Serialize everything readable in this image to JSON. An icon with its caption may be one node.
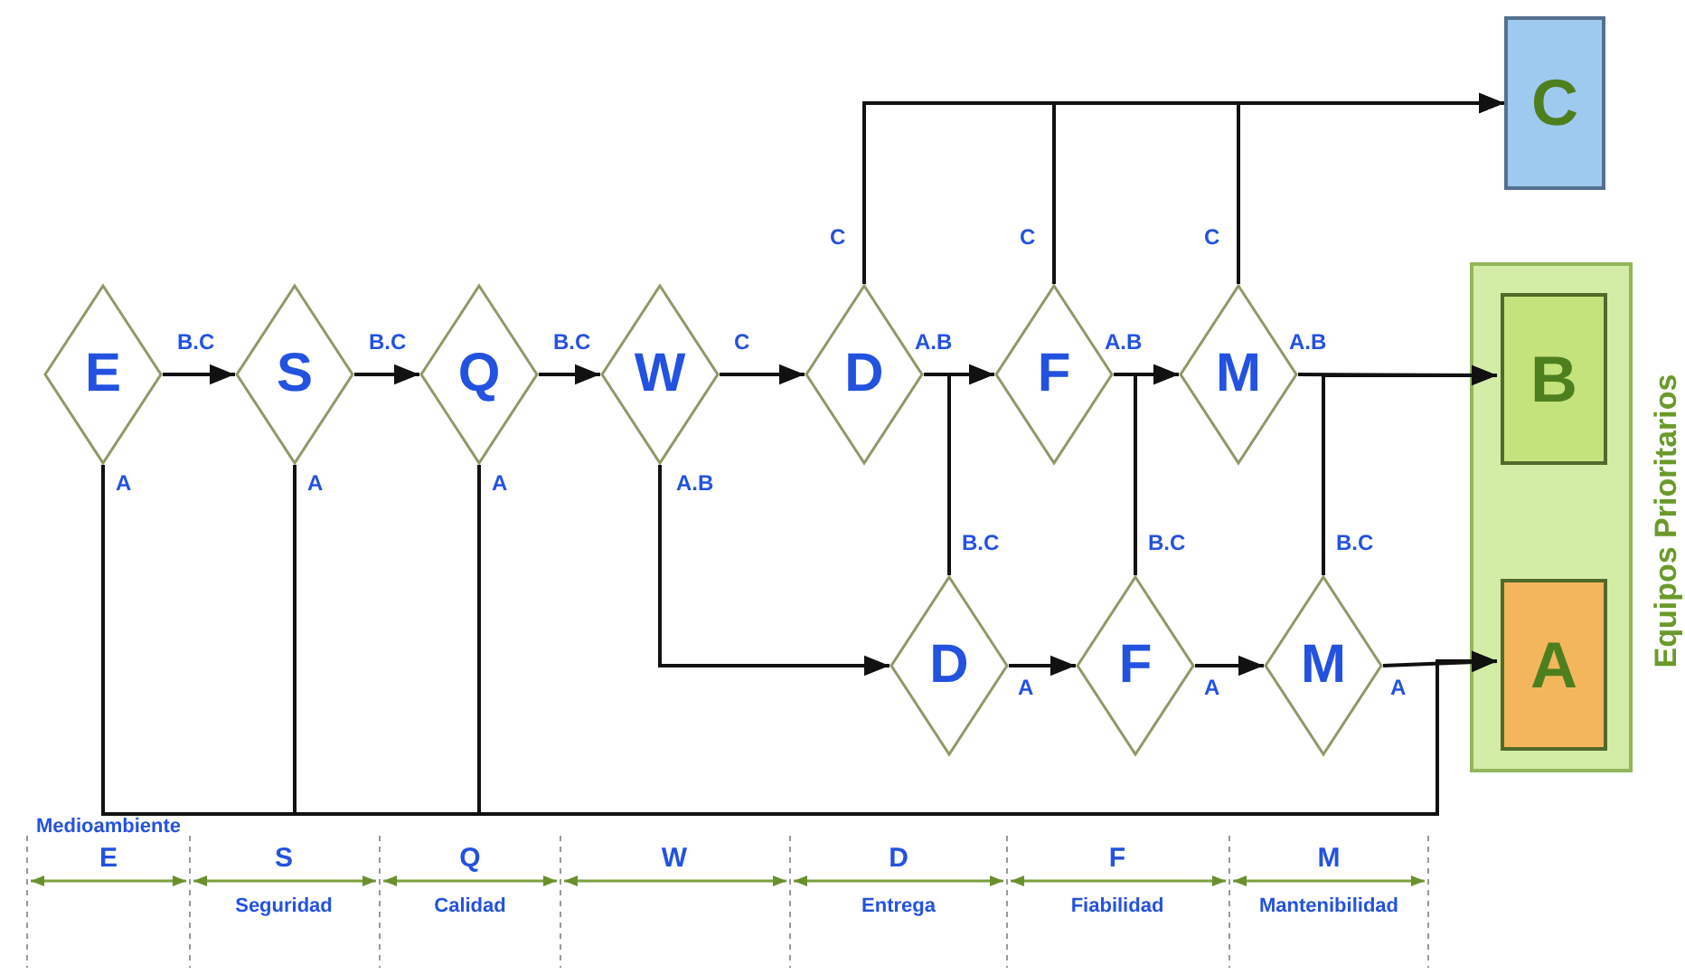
{
  "diagram": {
    "nodes": [
      {
        "text": [
          "E"
        ]
      },
      {
        "text": [
          "S"
        ]
      },
      {
        "text": [
          "Q"
        ]
      },
      {
        "text": [
          "W"
        ]
      },
      {
        "text": [
          "D"
        ]
      },
      {
        "text": [
          "F"
        ]
      },
      {
        "text": [
          "M"
        ]
      },
      {
        "text": [
          "D"
        ]
      },
      {
        "text": [
          "F"
        ]
      },
      {
        "text": [
          "M"
        ]
      },
      {
        "text": [
          "C"
        ]
      },
      {
        "text": [
          "Equipos Prioritarios"
        ]
      },
      {
        "text": [
          "B"
        ],
        "in": 11
      },
      {
        "text": [
          "A"
        ],
        "in": 11
      }
    ],
    "edges": [
      {
        "from": 0,
        "to": 1,
        "arrow": "to",
        "label": "B.C"
      },
      {
        "from": 1,
        "to": 2,
        "arrow": "to",
        "label": "B.C"
      },
      {
        "from": 2,
        "to": 3,
        "arrow": "to",
        "label": "B.C"
      },
      {
        "from": 3,
        "to": 4,
        "arrow": "to",
        "label": "C"
      },
      {
        "from": 4,
        "to": 5,
        "arrow": "to",
        "label": "A.B"
      },
      {
        "from": 5,
        "to": 6,
        "arrow": "to",
        "label": "A.B"
      },
      {
        "from": 6,
        "to": 12,
        "arrow": "to",
        "label": "A.B"
      },
      {
        "from": 4,
        "to": 10,
        "arrow": "to",
        "label": "C"
      },
      {
        "from": 5,
        "to": 10,
        "arrow": "to",
        "label": "C"
      },
      {
        "from": 6,
        "to": 10,
        "arrow": "to",
        "label": "C"
      },
      {
        "from": 3,
        "to": 7,
        "arrow": "to",
        "label": "A.B"
      },
      {
        "from": 7,
        "to": 5,
        "arrow": "to",
        "label": "B.C"
      },
      {
        "from": 7,
        "to": 8,
        "arrow": "to",
        "label": "A"
      },
      {
        "from": 8,
        "to": 6,
        "arrow": "to",
        "label": "B.C"
      },
      {
        "from": 8,
        "to": 9,
        "arrow": "to",
        "label": "A"
      },
      {
        "from": 9,
        "to": 12,
        "arrow": "to",
        "label": "B.C"
      },
      {
        "from": 9,
        "to": 13,
        "arrow": "to",
        "label": "A"
      },
      {
        "from": 0,
        "to": 13,
        "arrow": "to",
        "label": "A"
      },
      {
        "from": 1,
        "to": 13,
        "arrow": "to",
        "label": "A"
      },
      {
        "from": 2,
        "to": 13,
        "arrow": "to",
        "label": "A"
      }
    ],
    "labels": [
      "Medioambiente",
      "E",
      "S",
      "Q",
      "W",
      "D",
      "F",
      "M",
      "Seguridad",
      "Calidad",
      "Entrega",
      "Fiabilidad",
      "Mantenibilidad"
    ]
  }
}
